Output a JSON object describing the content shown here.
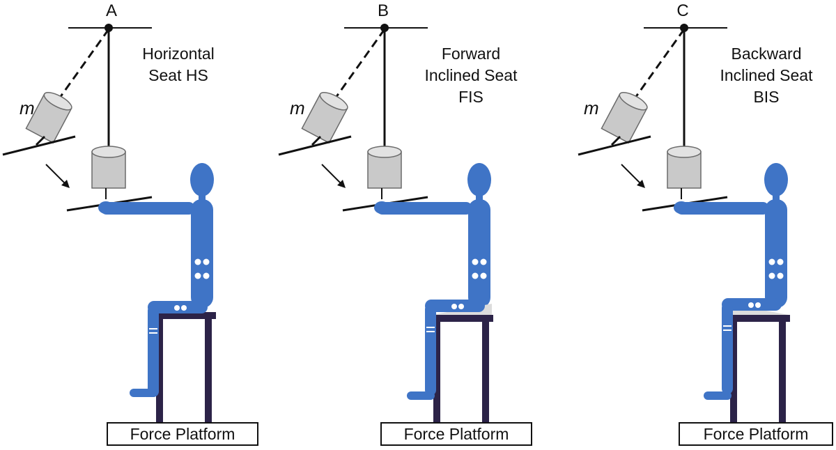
{
  "panels": [
    {
      "letter": "A",
      "mass_label": "m",
      "condition_lines": [
        "Horizontal",
        "Seat HS"
      ],
      "platform_label": "Force Platform",
      "seat": "horizontal"
    },
    {
      "letter": "B",
      "mass_label": "m",
      "condition_lines": [
        "Forward",
        "Inclined Seat",
        "FIS"
      ],
      "platform_label": "Force Platform",
      "seat": "forward-inclined"
    },
    {
      "letter": "C",
      "mass_label": "m",
      "condition_lines": [
        "Backward",
        "Inclined Seat",
        "BIS"
      ],
      "platform_label": "Force Platform",
      "seat": "backward-inclined"
    }
  ],
  "colors": {
    "figure_body": "#3f74c6",
    "figure_marker": "#ffffff",
    "chair": "#2c2348",
    "mass_fill": "#c9c9c9",
    "mass_stroke": "#6a6a6a",
    "wedge": "#dcdcdc",
    "line": "#111111"
  }
}
